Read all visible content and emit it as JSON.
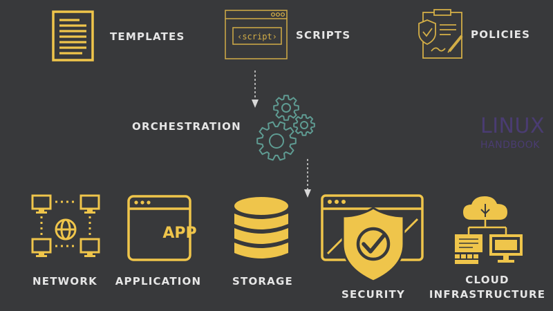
{
  "top_items": [
    {
      "label": "TEMPLATES",
      "icon": "document-icon"
    },
    {
      "label": "SCRIPTS",
      "icon": "script-window-icon",
      "icon_text": "‹script›"
    },
    {
      "label": "POLICIES",
      "icon": "policy-clipboard-icon"
    }
  ],
  "middle": {
    "label": "ORCHESTRATION",
    "icon": "gears-icon"
  },
  "bottom_items": [
    {
      "label": "NETWORK",
      "icon": "network-icon"
    },
    {
      "label": "APPLICATION",
      "icon": "app-window-icon",
      "icon_text": "APP"
    },
    {
      "label": "STORAGE",
      "icon": "database-icon"
    },
    {
      "label": "SECURITY",
      "icon": "shield-check-icon"
    },
    {
      "label": "CLOUD",
      "label_line2": "INFRASTRUCTURE",
      "icon": "cloud-infrastructure-icon"
    }
  ],
  "watermark": {
    "line1": "LINUX",
    "line2": "HANDBOOK"
  },
  "colors": {
    "background": "#38393b",
    "accent": "#efc54b",
    "gears": "#5f9c93",
    "arrow": "#d8d8d8",
    "text": "#e6e6e6",
    "watermark": "#4a3c72"
  }
}
